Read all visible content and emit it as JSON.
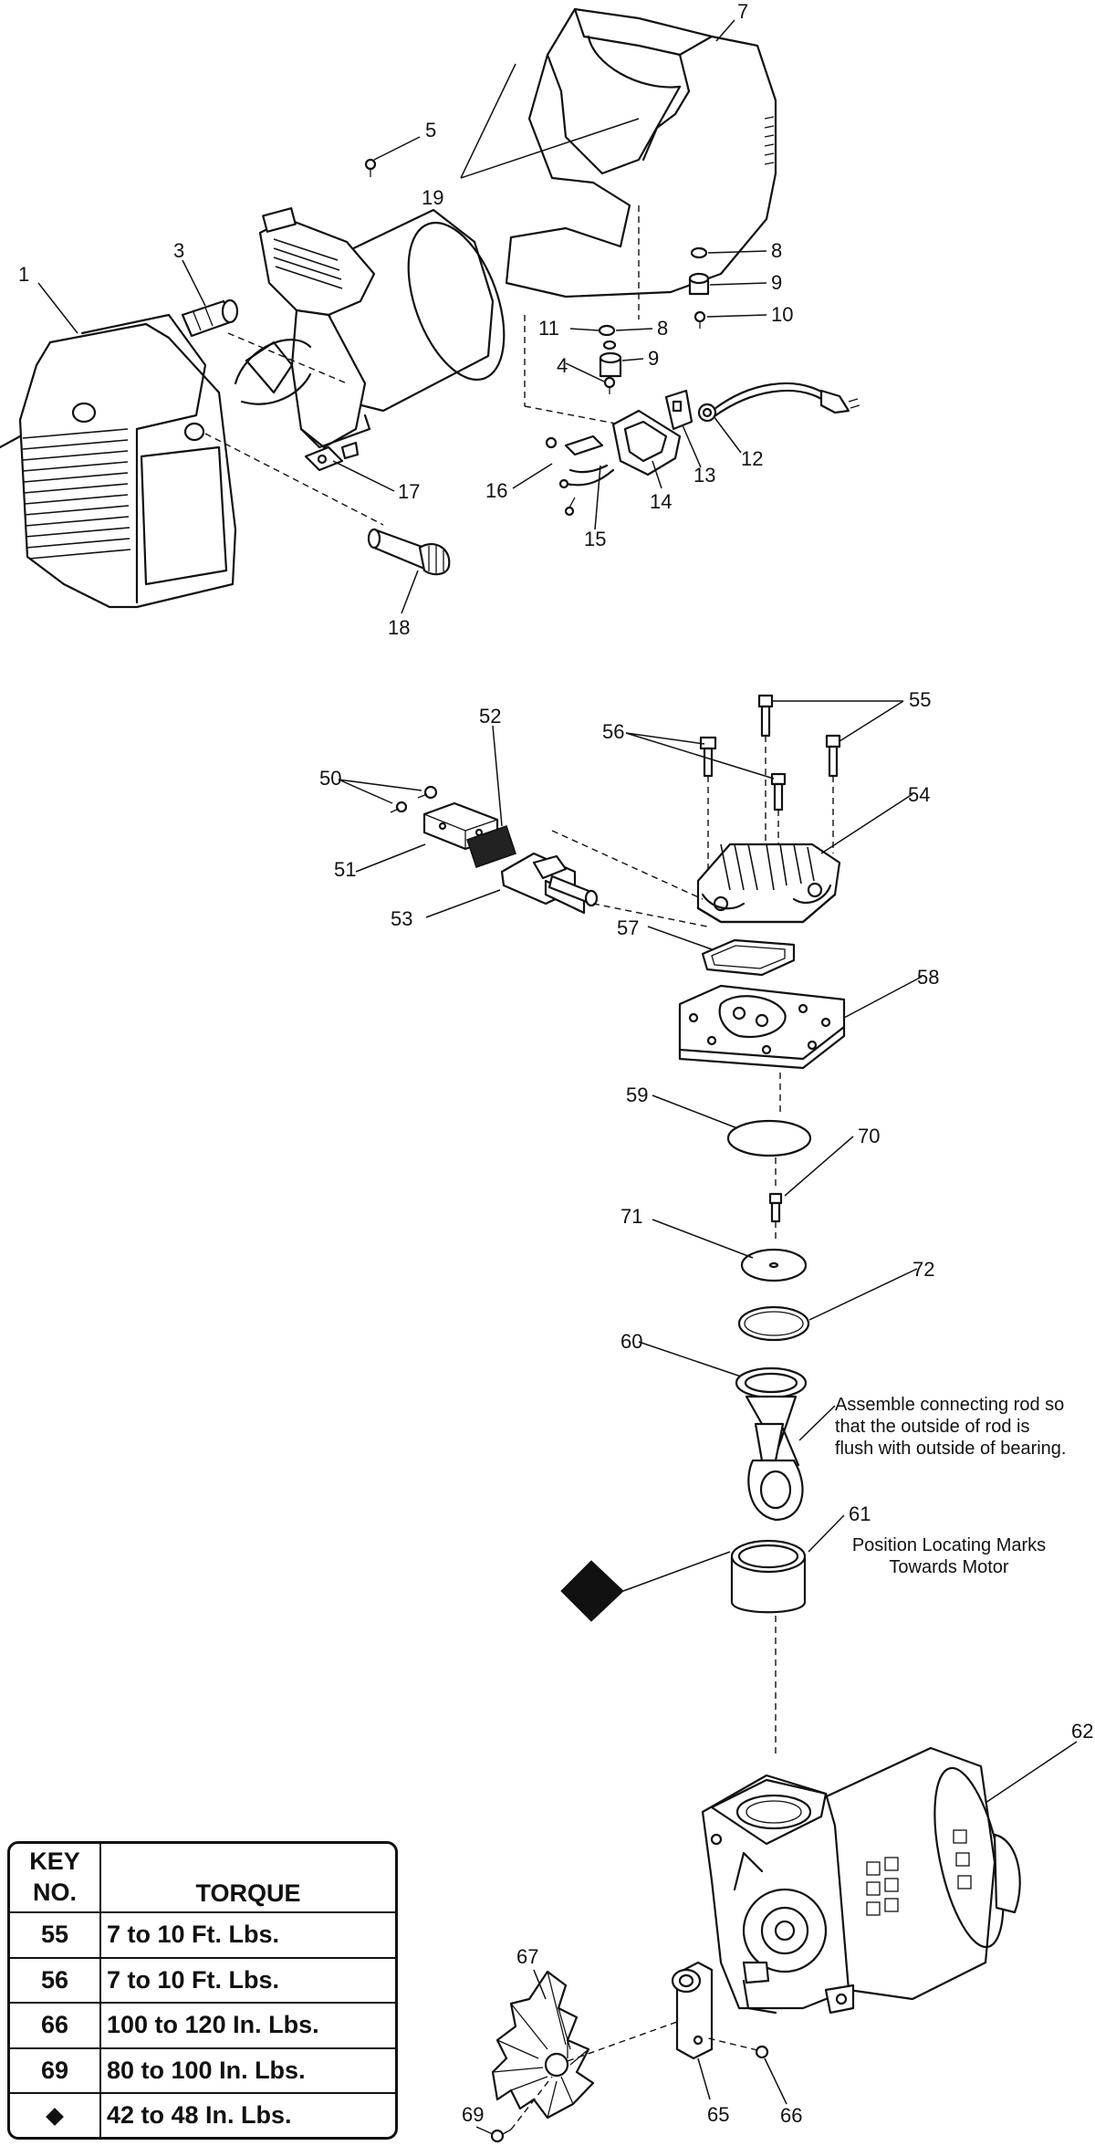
{
  "callouts": {
    "c1": "1",
    "c3": "3",
    "c4": "4",
    "c5": "5",
    "c7": "7",
    "c8a": "8",
    "c8b": "8",
    "c9a": "9",
    "c9b": "9",
    "c10": "10",
    "c11": "11",
    "c12": "12",
    "c13": "13",
    "c14": "14",
    "c15": "15",
    "c16": "16",
    "c17": "17",
    "c18": "18",
    "c19": "19",
    "c50": "50",
    "c51": "51",
    "c52": "52",
    "c53": "53",
    "c54": "54",
    "c55": "55",
    "c56": "56",
    "c57": "57",
    "c58": "58",
    "c59": "59",
    "c60": "60",
    "c61": "61",
    "c62": "62",
    "c65": "65",
    "c66": "66",
    "c67": "67",
    "c69": "69",
    "c70": "70",
    "c71": "71",
    "c72": "72"
  },
  "notes": {
    "connecting_rod": [
      "Assemble connecting rod so",
      "that the outside of rod is",
      "flush with outside of bearing."
    ],
    "locating_marks": [
      "Position Locating Marks",
      "Towards Motor"
    ]
  },
  "torque_table": {
    "header_key_line1": "KEY",
    "header_key_line2": "NO.",
    "header_torque": "TORQUE",
    "rows": [
      {
        "key": "55",
        "torque": "7 to 10 Ft. Lbs."
      },
      {
        "key": "56",
        "torque": "7 to 10 Ft. Lbs."
      },
      {
        "key": "66",
        "torque": "100 to 120 In. Lbs."
      },
      {
        "key": "69",
        "torque": "80 to 100 In. Lbs."
      },
      {
        "key": "diamond-icon",
        "torque": "42 to 48 In. Lbs."
      }
    ]
  }
}
